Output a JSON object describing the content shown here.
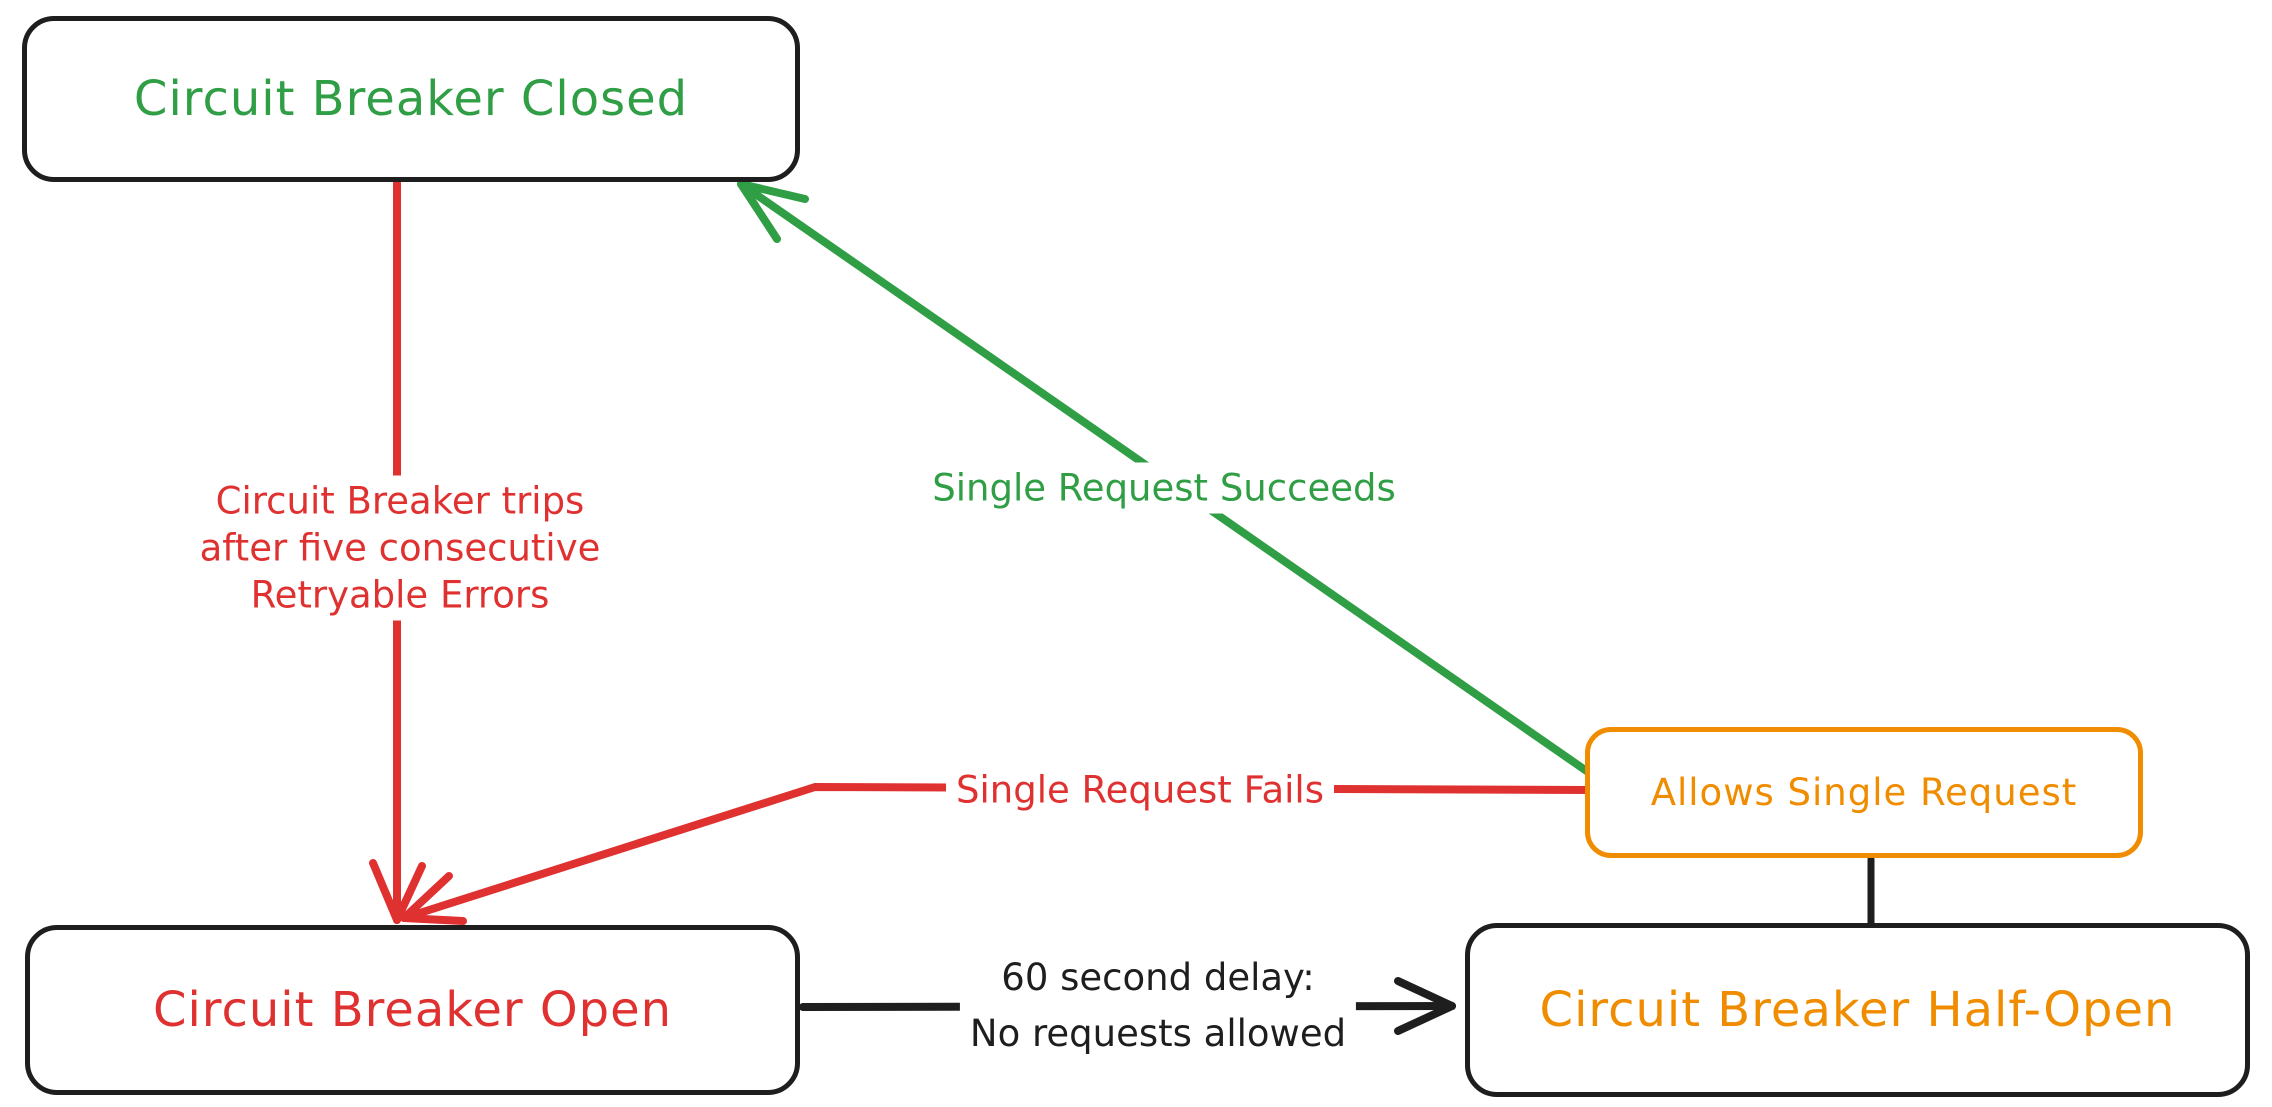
{
  "colors": {
    "bg": "#ffffff",
    "ink": "#1e1e1e",
    "green": "#2f9e44",
    "red": "#e03131",
    "orange": "#f08c00"
  },
  "nodes": {
    "closed": {
      "label": "Circuit Breaker Closed"
    },
    "open": {
      "label": "Circuit Breaker Open"
    },
    "half_open": {
      "label": "Circuit Breaker Half-Open"
    },
    "allows": {
      "label": "Allows Single Request"
    }
  },
  "edges": {
    "trips": {
      "lines": [
        "Circuit Breaker trips",
        "after five consecutive",
        "Retryable Errors"
      ]
    },
    "succeeds": {
      "label": "Single Request Succeeds"
    },
    "fails": {
      "label": "Single Request Fails"
    },
    "delay": {
      "lines": [
        "60 second delay:",
        "No requests allowed"
      ]
    }
  }
}
